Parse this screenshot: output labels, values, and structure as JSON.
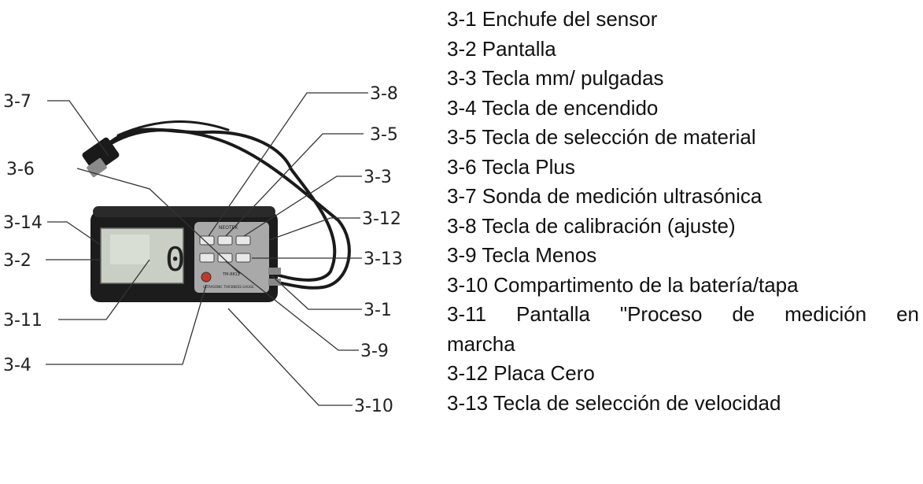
{
  "callouts": [
    "3-7",
    "3-6",
    "3-14",
    "3-2",
    "3-11",
    "3-4",
    "3-8",
    "3-5",
    "3-3",
    "3-12",
    "3-13",
    "3-1",
    "3-9",
    "3-10"
  ],
  "legend": [
    "3-1 Enchufe del sensor",
    "3-2 Pantalla",
    "3-3 Tecla mm/ pulgadas",
    "3-4 Tecla de encendido",
    "3-5 Tecla de selección de material",
    "3-6 Tecla Plus",
    "3-7 Sonda de medición ultrasónica",
    "3-8 Tecla de calibración (ajuste)",
    "3-9 Tecla Menos",
    "3-10 Compartimento de la batería/tapa",
    "3-11 Pantalla \"Proceso de medición en",
    "marcha",
    "3-12 Placa Cero",
    "3-13 Tecla de selección de velocidad"
  ],
  "device": {
    "lcd_digit": "0",
    "brand": "NEOTEK",
    "model": "TM-8812",
    "subtitle": "ULTRASONIC THICKNESS GAUGE"
  },
  "colors": {
    "body": "#1c1c1c",
    "lcd": "#c9cfc4",
    "keypad": "#a9a9a9",
    "leader": "#333333"
  }
}
